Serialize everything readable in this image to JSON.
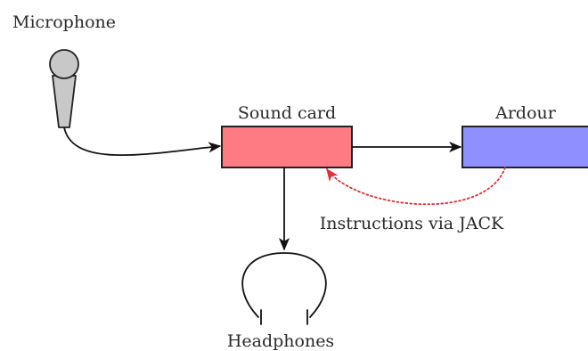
{
  "diagram": {
    "nodes": {
      "microphone": {
        "label": "Microphone"
      },
      "sound_card": {
        "label": "Sound card",
        "color": "#ff7b84"
      },
      "ardour": {
        "label": "Ardour",
        "color": "#8f8fff"
      },
      "headphones": {
        "label": "Headphones"
      }
    },
    "edges": {
      "jack_instructions": {
        "label": "Instructions via JACK",
        "color": "#e0303a"
      }
    },
    "icons": {
      "microphone": "microphone-icon",
      "headphones": "headphones-icon"
    }
  }
}
